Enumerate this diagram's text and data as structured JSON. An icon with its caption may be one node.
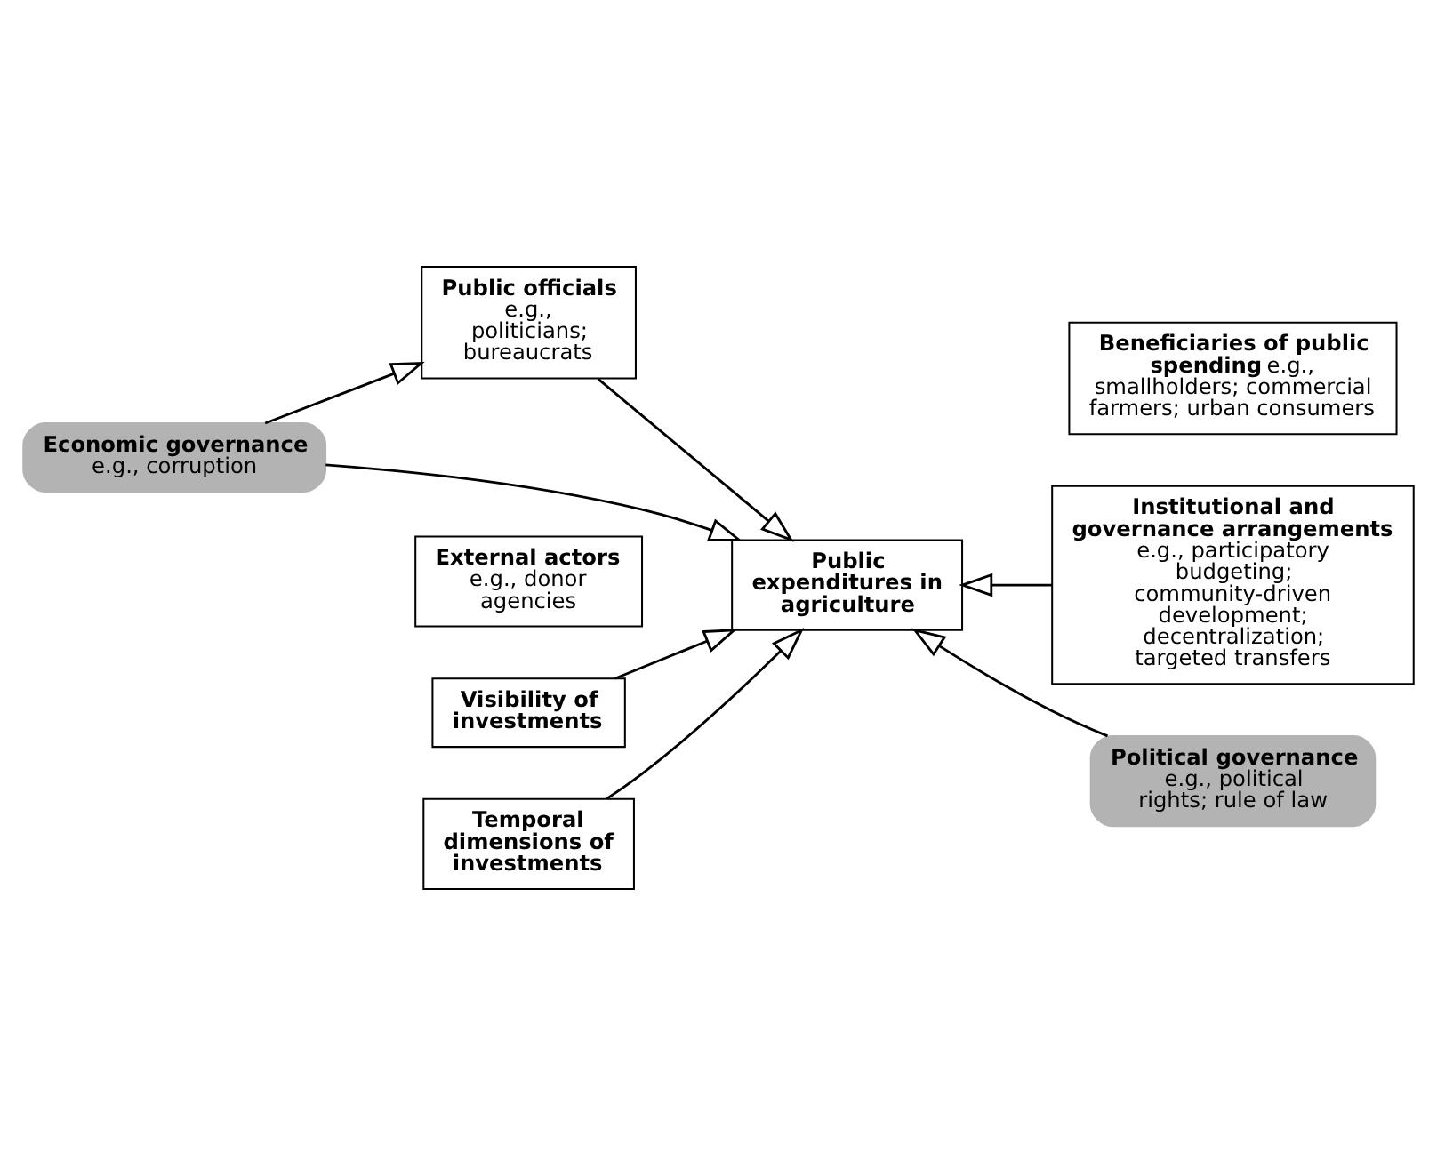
{
  "diagram": {
    "nodes": [
      {
        "text": [
          "**Economic governance** e.g., corruption"
        ]
      },
      {
        "text": [
          "**Public officials** e.g., politicians; bureaucrats"
        ]
      },
      {
        "text": [
          "**Beneficiaries of public spending** e.g., smallholders; commercial farmers; urban consumers"
        ]
      },
      {
        "text": [
          "Public expenditures in agriculture"
        ]
      },
      {
        "text": [
          "**External actors** e.g., donor agencies"
        ]
      },
      {
        "text": [
          "**Institutional and governance arrangements** e.g., participatory budgeting; community-driven development; decentralization; targeted transfers"
        ]
      },
      {
        "text": [
          "Visibility of investments"
        ]
      },
      {
        "text": [
          "Temporal dimensions of investments"
        ]
      },
      {
        "text": [
          "**Political governance** e.g., political rights; rule of law"
        ]
      }
    ],
    "edges": [
      {
        "from": 0,
        "to": 1,
        "arrow": "to"
      },
      {
        "from": 1,
        "to": 3,
        "arrow": "to"
      },
      {
        "from": 0,
        "to": 3,
        "arrow": "to"
      },
      {
        "from": 8,
        "to": 3,
        "arrow": "to"
      },
      {
        "from": 5,
        "to": 3,
        "arrow": "to"
      },
      {
        "from": 6,
        "to": 3,
        "arrow": "to"
      },
      {
        "from": 7,
        "to": 3,
        "arrow": "to"
      }
    ]
  }
}
